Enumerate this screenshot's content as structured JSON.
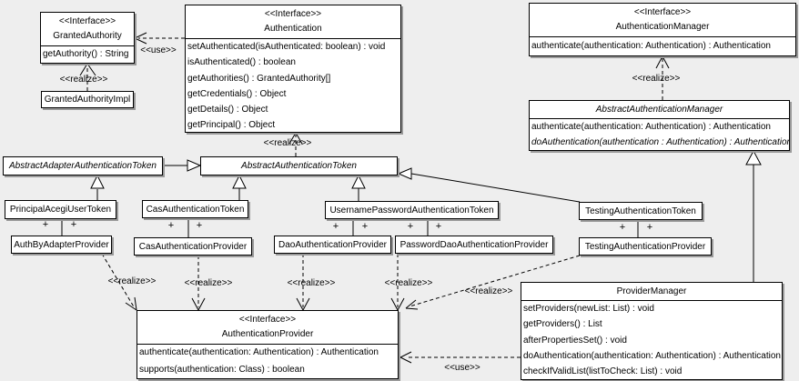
{
  "colors": {
    "bg": "#eeeeee",
    "box-fill": "#ffffff",
    "stroke": "#000000",
    "shadow": "#999999"
  },
  "labels": {
    "use": "<<use>>",
    "realize": "<<realize>>",
    "plus": "+"
  },
  "classes": {
    "granted_authority": {
      "stereotype": "<<Interface>>",
      "name": "GrantedAuthority",
      "ops": [
        "getAuthority() : String"
      ]
    },
    "granted_authority_impl": {
      "name": "GrantedAuthorityImpl"
    },
    "authentication": {
      "stereotype": "<<Interface>>",
      "name": "Authentication",
      "ops": [
        "setAuthenticated(isAuthenticated: boolean) : void",
        "isAuthenticated() : boolean",
        "getAuthorities() : GrantedAuthority[]",
        "getCredentials() : Object",
        "getDetails() : Object",
        "getPrincipal() : Object"
      ]
    },
    "authentication_manager": {
      "stereotype": "<<Interface>>",
      "name": "AuthenticationManager",
      "ops": [
        "authenticate(authentication: Authentication) : Authentication"
      ]
    },
    "abstract_authentication_manager": {
      "name": "AbstractAuthenticationManager",
      "ops": [
        "authenticate(authentication: Authentication) : Authentication",
        "doAuthentication(authentication : Authentication) : Authentication"
      ]
    },
    "abstract_adapter_authentication_token": {
      "name": "AbstractAdapterAuthenticationToken"
    },
    "abstract_authentication_token": {
      "name": "AbstractAuthenticationToken"
    },
    "principal_acegi_user_token": {
      "name": "PrincipalAcegiUserToken"
    },
    "cas_authentication_token": {
      "name": "CasAuthenticationToken"
    },
    "username_password_authentication_token": {
      "name": "UsernamePasswordAuthenticationToken"
    },
    "testing_authentication_token": {
      "name": "TestingAuthenticationToken"
    },
    "auth_by_adapter_provider": {
      "name": "AuthByAdapterProvider"
    },
    "cas_authentication_provider": {
      "name": "CasAuthenticationProvider"
    },
    "dao_authentication_provider": {
      "name": "DaoAuthenticationProvider"
    },
    "password_dao_authentication_provider": {
      "name": "PasswordDaoAuthenticationProvider"
    },
    "testing_authentication_provider": {
      "name": "TestingAuthenticationProvider"
    },
    "authentication_provider": {
      "stereotype": "<<Interface>>",
      "name": "AuthenticationProvider",
      "ops": [
        "authenticate(authentication: Authentication) : Authentication",
        "supports(authentication: Class) : boolean"
      ]
    },
    "provider_manager": {
      "name": "ProviderManager",
      "ops": [
        "setProviders(newList: List) : void",
        "getProviders() : List",
        "afterPropertiesSet() : void",
        "doAuthentication(authentication: Authentication) : Authentication",
        "checkIfValidList(listToCheck: List) : void"
      ]
    }
  }
}
